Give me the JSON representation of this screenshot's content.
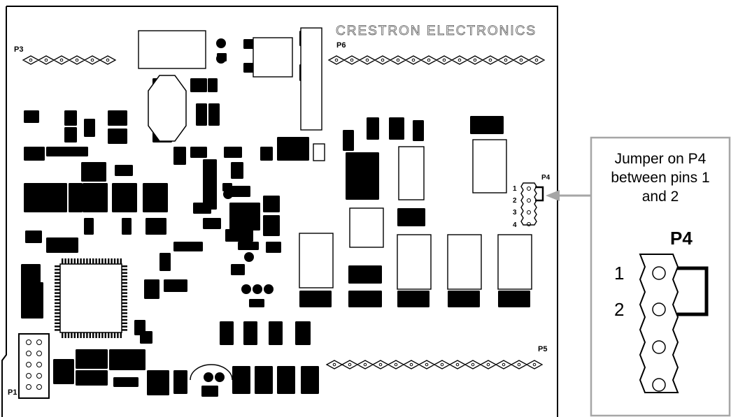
{
  "board": {
    "brand": "CRESTRON ELECTRONICS",
    "headers": {
      "p1": "P1",
      "p3": "P3",
      "p4": "P4",
      "p5": "P5",
      "p6": "P6"
    },
    "p4_pins": [
      "1",
      "2",
      "3",
      "4"
    ]
  },
  "callout": {
    "line1": "Jumper on P4",
    "line2": "between pins 1",
    "line3": "and 2",
    "title": "P4",
    "pin_labels": [
      "1",
      "2"
    ]
  },
  "colors": {
    "ink": "#000000",
    "callout_border": "#a6a6a6",
    "arrow": "#a6a6a6",
    "board_bg": "#ffffff"
  }
}
